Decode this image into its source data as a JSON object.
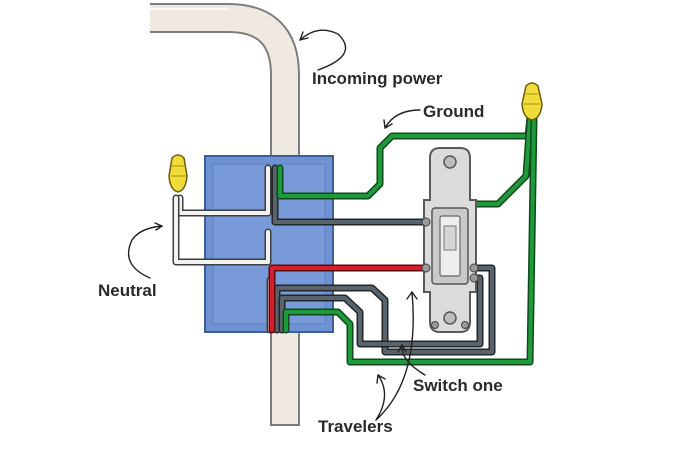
{
  "labels": {
    "incoming_power": "Incoming power",
    "ground": "Ground",
    "neutral": "Neutral",
    "switch_one": "Switch one",
    "travelers": "Travelers"
  },
  "colors": {
    "conduit": "#efe9e1",
    "conduit_edge": "#7d7d7d",
    "box_fill": "#6e92d4",
    "box_edge": "#3e5e97",
    "ground_wire": "#1f9a3a",
    "hot_wire": "#d3202a",
    "traveler_wire": "#4f565e",
    "neutral_wire": "#f2f2f2",
    "wire_nut": "#f2dc3a",
    "switch_plate": "#dcdcdc",
    "arrow_line": "#222222"
  }
}
